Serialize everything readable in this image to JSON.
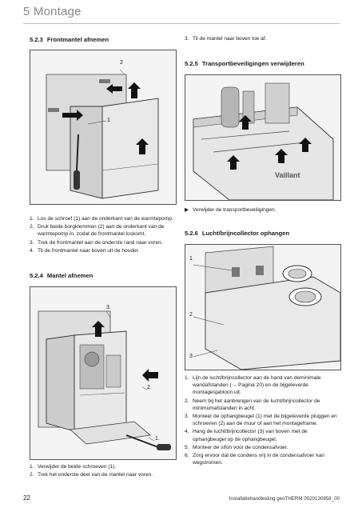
{
  "header": {
    "chapter": "5 Montage"
  },
  "left": {
    "sec_523": {
      "num": "5.2.3",
      "title": "Frontmantel afnemen"
    },
    "fig1": {
      "callout_1": "1",
      "callout_2": "2"
    },
    "steps_523": [
      {
        "n": "1.",
        "t": "Los de schroef (1) aan de onderkant van de warmtepomp."
      },
      {
        "n": "2.",
        "t": "Druk beide borgklemmen (2) aan de onderkant van de warmtepomp in, zodat de frontmantel loskomt."
      },
      {
        "n": "3.",
        "t": "Trek de frontmantel aan de onderste rand naar voren."
      },
      {
        "n": "4.",
        "t": "Til de frontmantel naar boven uit de houder."
      }
    ],
    "sec_524": {
      "num": "5.2.4",
      "title": "Mantel afnemen"
    },
    "fig2": {
      "callout_1": "1.",
      "callout_2": "2.",
      "callout_3": "3."
    },
    "steps_524": [
      {
        "n": "1.",
        "t": "Verwijder de beide schroeven (1)."
      },
      {
        "n": "2.",
        "t": "Trek het onderste deel van de mantel naar voren."
      }
    ]
  },
  "right": {
    "step_3": {
      "n": "3.",
      "t": "Til de mantel naar boven toe af."
    },
    "sec_525": {
      "num": "5.2.5",
      "title": "Transportbeveiligingen verwijderen"
    },
    "fig3": {
      "brand": "Vaillant"
    },
    "bullet_525": {
      "n": "▶",
      "t": "Verwijder de transportbeveiligingen."
    },
    "sec_526": {
      "num": "5.2.6",
      "title": "Lucht/brijncollector ophangen"
    },
    "fig4": {
      "callout_1": "1",
      "callout_2": "2",
      "callout_3": "3"
    },
    "steps_526": [
      {
        "n": "1.",
        "t": "Lijn de lucht/brijncollector aan de hand van deminimale wandafstanden (→ Pagina 20) en de bijgeleverde montagesjabloon uit."
      },
      {
        "n": "2.",
        "t": "Neem bij het aanbrengen van de lucht/brijncollector de minimumafstanden in acht."
      },
      {
        "n": "3.",
        "t": "Monteer de ophangbeugel (1) met de bijgeleverde pluggen en schroeven (2) aan de muur of aan het montageframe."
      },
      {
        "n": "4.",
        "t": "Hang de lucht/brijncollector (3) van boven met de ophangbeugel op de ophangbeugel."
      },
      {
        "n": "5.",
        "t": "Monteer de sifon voor de condensafvoer."
      },
      {
        "n": "6.",
        "t": "Zorg ervoor dat de condens vrij in de condensafvoer kan wegstromen."
      }
    ]
  },
  "footer": {
    "page": "22",
    "doc": "Installatiehandleiding geoTHERM 0020130858_00"
  }
}
